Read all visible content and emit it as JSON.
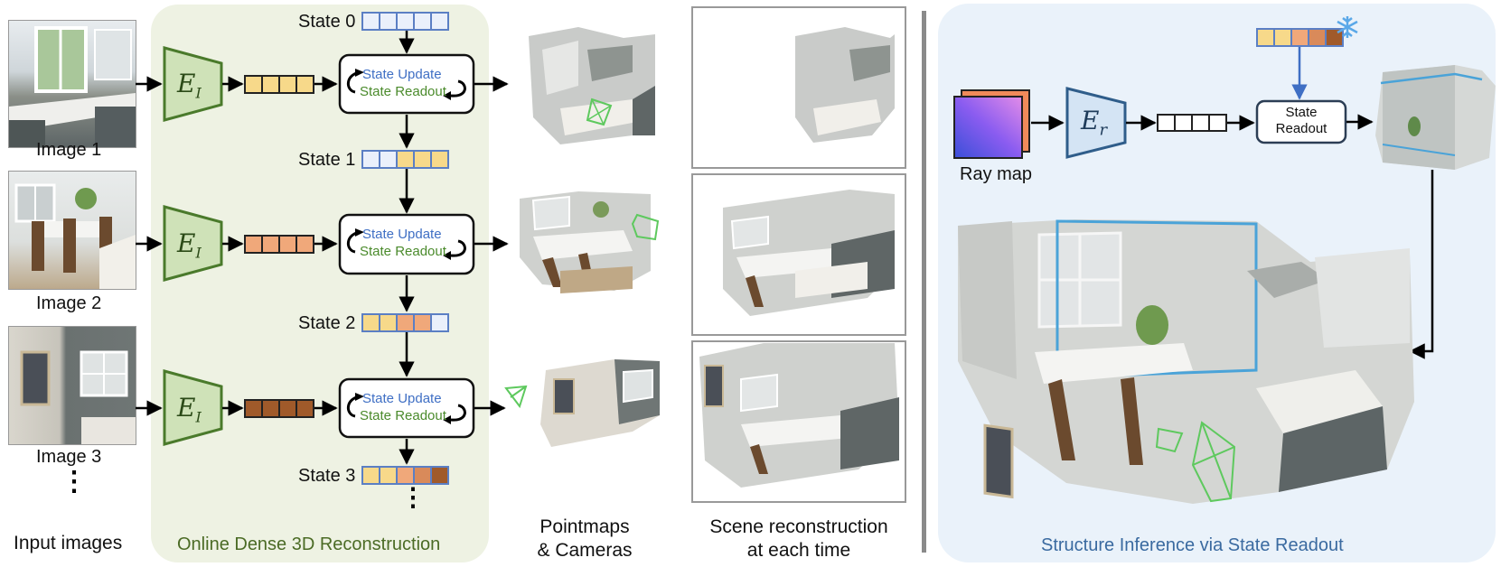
{
  "left_panel": {
    "caption": "Online Dense 3D Reconstruction",
    "encoder_label": "E",
    "encoder_subscript": "I",
    "update_label": "State Update",
    "readout_label": "State Readout",
    "states": [
      "State 0",
      "State 1",
      "State 2",
      "State 3"
    ]
  },
  "inputs": {
    "images": [
      "Image 1",
      "Image 2",
      "Image 3"
    ],
    "dots": "⋮",
    "caption": "Input images"
  },
  "pointmaps": {
    "caption_line1": "Pointmaps",
    "caption_line2": "& Cameras"
  },
  "scene": {
    "caption_line1": "Scene reconstruction",
    "caption_line2": "at each time"
  },
  "right_panel": {
    "caption": "Structure Inference via State Readout",
    "ray_map_label": "Ray map",
    "encoder_label": "E",
    "encoder_subscript": "r",
    "readout_line1": "State",
    "readout_line2": "Readout",
    "frozen_icon": "snowflake-icon"
  },
  "colors": {
    "encoder_fill": "#cfe2b8",
    "encoder_stroke": "#4a7a2b",
    "state_stroke": "#5b7fc4",
    "update_text": "#3f6fc4",
    "readout_text": "#4a8a2b",
    "camera": "#5ec95e",
    "right_encoder_fill": "#d4e4f4",
    "right_encoder_stroke": "#2f5d8a"
  }
}
